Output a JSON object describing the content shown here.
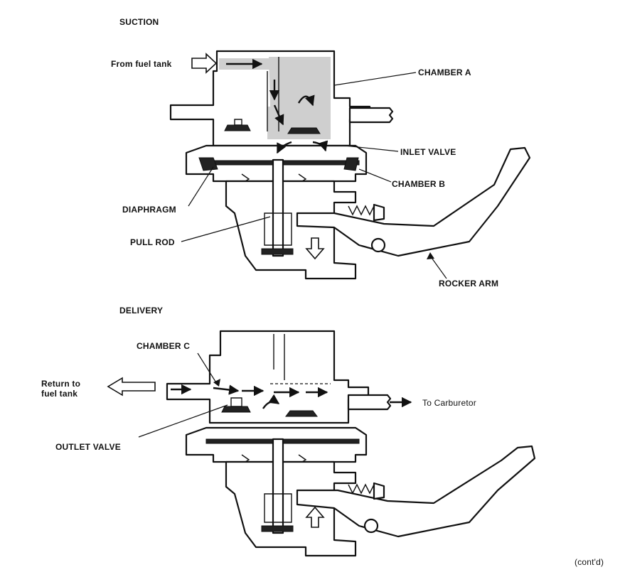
{
  "suction": {
    "heading": "SUCTION",
    "from_fuel_tank": "From fuel tank",
    "chamber_a": "CHAMBER A",
    "inlet_valve": "INLET VALVE",
    "chamber_b": "CHAMBER B",
    "diaphragm": "DIAPHRAGM",
    "pull_rod": "PULL ROD",
    "rocker_arm": "ROCKER ARM"
  },
  "delivery": {
    "heading": "DELIVERY",
    "chamber_c": "CHAMBER C",
    "return_line1": "Return to",
    "return_line2": "fuel tank",
    "to_carburetor": "To Carburetor",
    "outlet_valve": "OUTLET VALVE"
  },
  "footer": {
    "contd": "(cont'd)"
  }
}
